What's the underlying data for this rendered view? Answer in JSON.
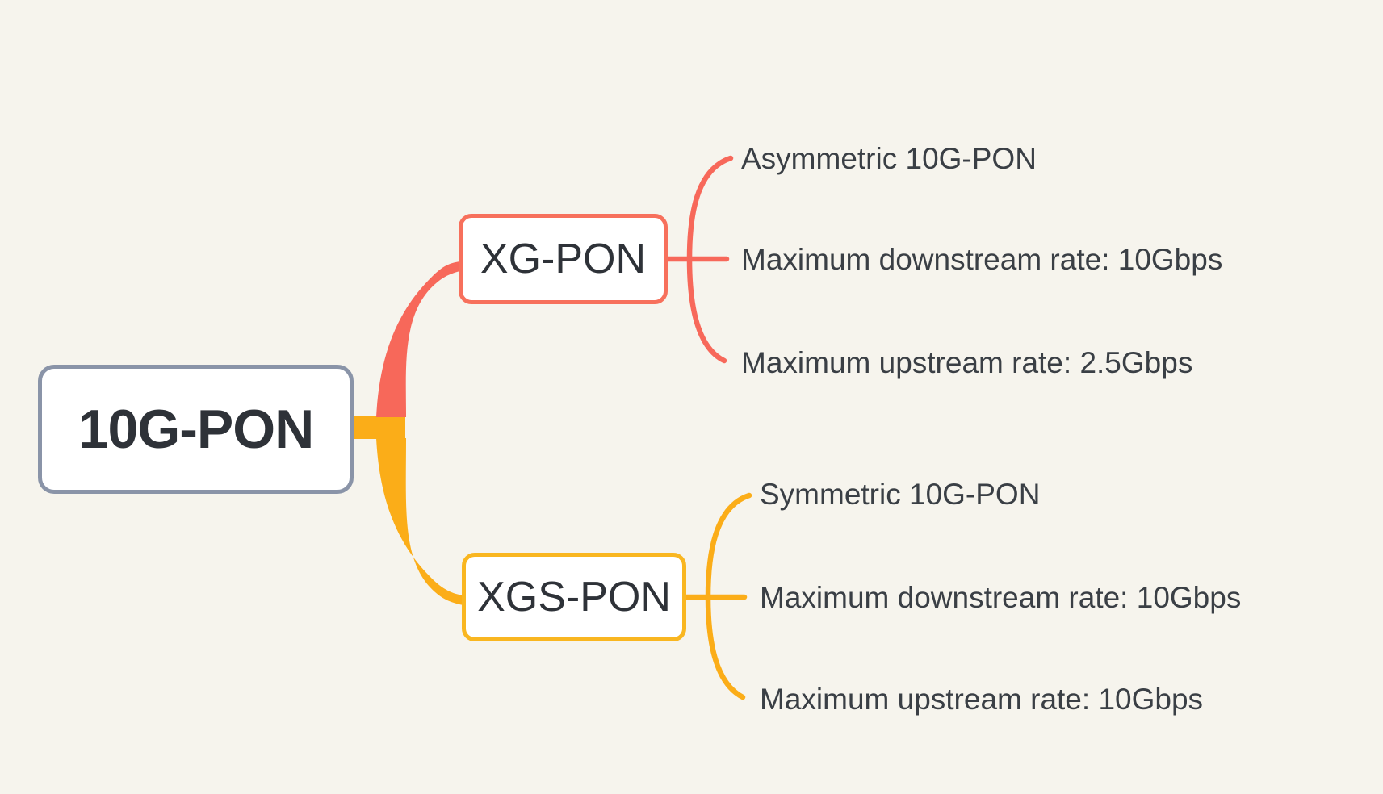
{
  "app": {
    "background_color": "#F6F4ED",
    "text_color": "#3A3F45"
  },
  "mindmap": {
    "root": {
      "label": "10G-PON",
      "border_color": "#8A94A8"
    },
    "branches": [
      {
        "label": "XG-PON",
        "color": "#F7685A",
        "border_color": "#F7705C",
        "leaves": [
          {
            "text": "Asymmetric 10G-PON"
          },
          {
            "text": "Maximum downstream rate: 10Gbps"
          },
          {
            "text": "Maximum upstream rate: 2.5Gbps"
          }
        ]
      },
      {
        "label": "XGS-PON",
        "color": "#FBAD18",
        "border_color": "#F9B620",
        "leaves": [
          {
            "text": "Symmetric 10G-PON"
          },
          {
            "text": "Maximum downstream rate: 10Gbps"
          },
          {
            "text": "Maximum upstream rate: 10Gbps"
          }
        ]
      }
    ]
  }
}
